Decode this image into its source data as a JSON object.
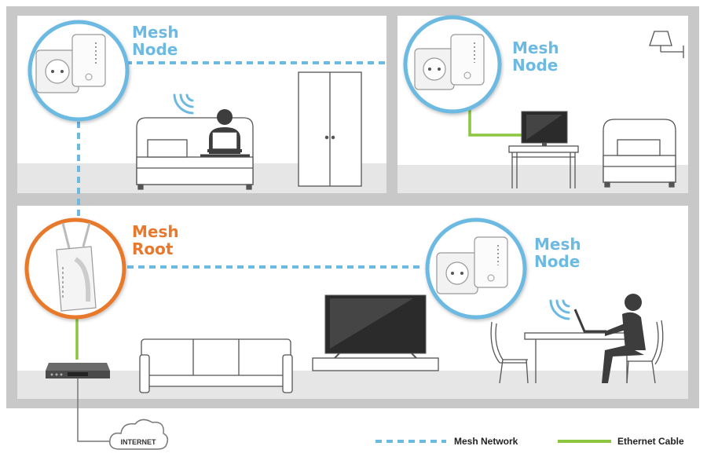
{
  "labels": {
    "node_top_left": [
      "Mesh",
      "Node"
    ],
    "node_top_right": [
      "Mesh",
      "Node"
    ],
    "root": [
      "Mesh",
      "Root"
    ],
    "node_bottom_right": [
      "Mesh",
      "Node"
    ]
  },
  "internet": "INTERNET",
  "legend": {
    "mesh_network": "Mesh Network",
    "ethernet_cable": "Ethernet Cable"
  },
  "colors": {
    "mesh_blue": "#6cb9e2",
    "root_orange": "#e8782c",
    "ethernet_green": "#8cc63f",
    "wall_gray": "#c8c8c8",
    "floor_gray": "#e6e6e6"
  }
}
